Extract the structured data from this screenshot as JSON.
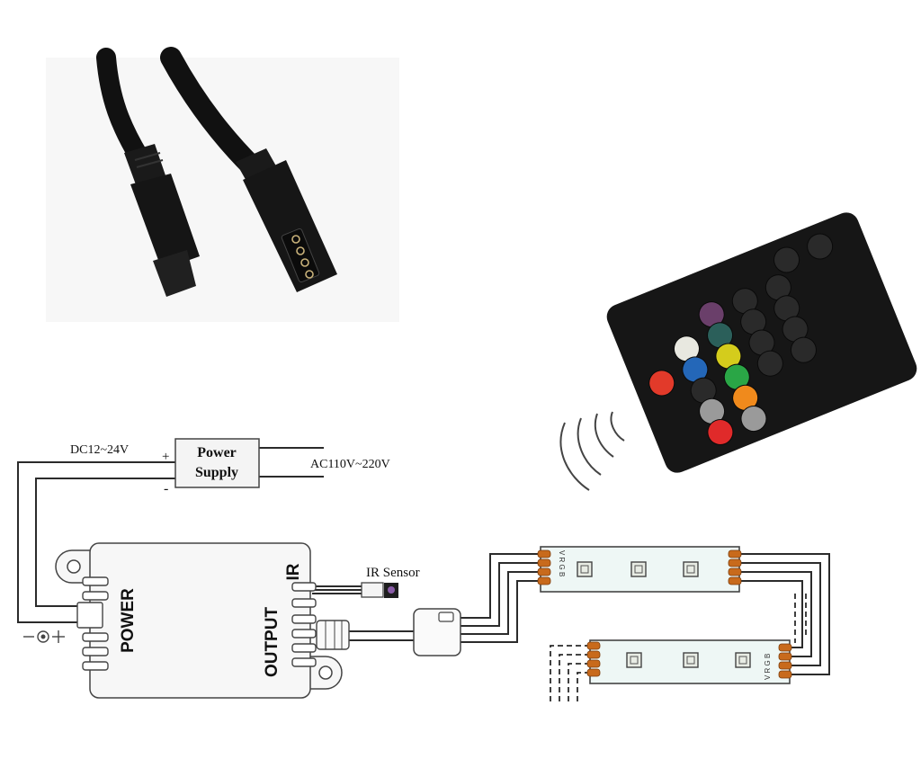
{
  "labels": {
    "dc_voltage": "DC12~24V",
    "plus": "+",
    "minus": "-",
    "power_supply_line1": "Power",
    "power_supply_line2": "Supply",
    "ac_voltage": "AC110V~220V",
    "ir_sensor": "IR Sensor",
    "controller_power": "POWER",
    "controller_output": "OUTPUT",
    "controller_ir": "IR",
    "strip_pins": "V R G B"
  },
  "colors": {
    "line": "#2b2b2b",
    "strip_fill": "#eef7f5",
    "pad": "#c86a1c",
    "remote_body": "#161616"
  },
  "remote_buttons": [
    {
      "color": "#2a2a2a"
    },
    {
      "color": "#2a2a2a"
    },
    {
      "color": "#6a3f6a"
    },
    {
      "color": "#2a2a2a"
    },
    {
      "color": "#2a2a2a"
    },
    {
      "color": "#e8e8e0"
    },
    {
      "color": "#2b5f5a"
    },
    {
      "color": "#2a2a2a"
    },
    {
      "color": "#2a2a2a"
    },
    {
      "color": "#e23a2a"
    },
    {
      "color": "#2467b8"
    },
    {
      "color": "#d4cc1c"
    },
    {
      "color": "#2a2a2a"
    },
    {
      "color": "#2a2a2a"
    },
    {
      "color": "#2a2a2a"
    },
    {
      "color": "#2aa646"
    },
    {
      "color": "#2a2a2a"
    },
    {
      "color": "#2a2a2a"
    },
    {
      "color": "#9a9a9a"
    },
    {
      "color": "#f08a1c"
    },
    {
      "color": "#e02a2a"
    },
    {
      "color": "#9a9a9a"
    }
  ]
}
